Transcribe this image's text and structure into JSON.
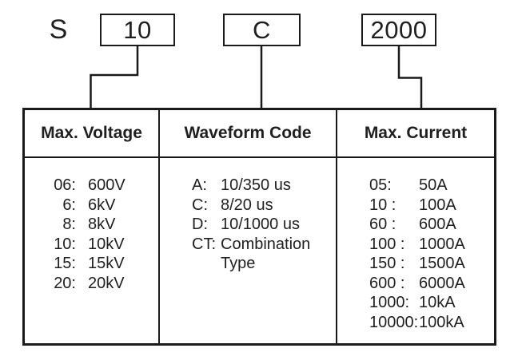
{
  "code": {
    "prefix": "S",
    "segments": [
      "10",
      "C",
      "2000"
    ]
  },
  "columns": [
    {
      "header": "Max. Voltage",
      "rows": [
        {
          "key": "06:",
          "value": "600V"
        },
        {
          "key": "6:",
          "value": "6kV"
        },
        {
          "key": "8:",
          "value": "8kV"
        },
        {
          "key": "10:",
          "value": "10kV"
        },
        {
          "key": "15:",
          "value": "15kV"
        },
        {
          "key": "20:",
          "value": "20kV"
        }
      ]
    },
    {
      "header": "Waveform Code",
      "rows": [
        {
          "key": "A:",
          "value": "10/350 us"
        },
        {
          "key": "C:",
          "value": "8/20 us"
        },
        {
          "key": "D:",
          "value": "10/1000 us"
        },
        {
          "key": "CT:",
          "value": "Combination"
        },
        {
          "key": "",
          "value": "Type"
        }
      ]
    },
    {
      "header": "Max. Current",
      "rows": [
        {
          "key": "05:",
          "value": "50A"
        },
        {
          "key": "10 :",
          "value": "100A"
        },
        {
          "key": "60 :",
          "value": "600A"
        },
        {
          "key": "100 :",
          "value": "1000A"
        },
        {
          "key": "150 :",
          "value": "1500A"
        },
        {
          "key": "600 :",
          "value": "6000A"
        },
        {
          "key": "1000:",
          "value": "10kA"
        },
        {
          "key": "10000:",
          "value": "100kA"
        }
      ]
    }
  ],
  "colors": {
    "line": "#1a1a1a",
    "text": "#1f1f1f",
    "background": "#ffffff"
  }
}
